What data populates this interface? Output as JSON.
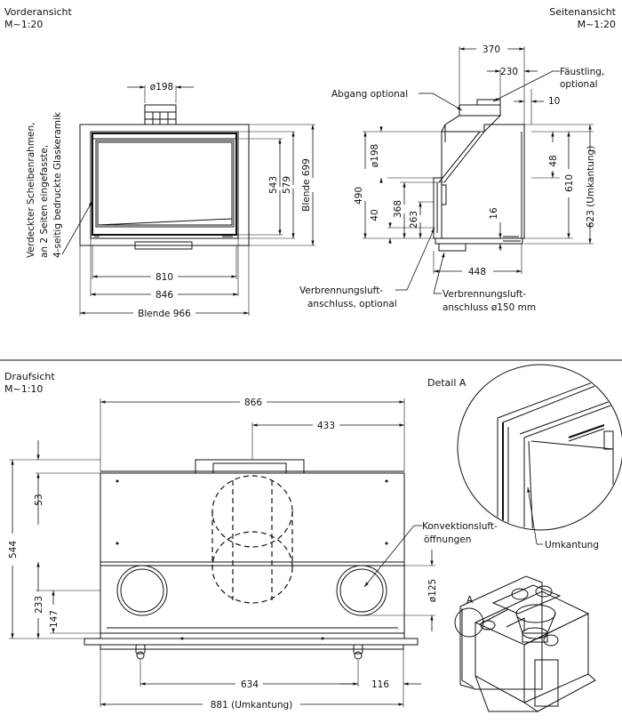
{
  "views": {
    "front": {
      "title": "Vorderansicht",
      "scale": "M~1:20"
    },
    "side": {
      "title": "Seitenansicht",
      "scale": "M~1:20"
    },
    "top": {
      "title": "Draufsicht",
      "scale": "M~1:10"
    },
    "detail": {
      "title": "Detail A"
    }
  },
  "front_dims": {
    "flue": "ø198",
    "h543": "543",
    "h579": "579",
    "h699": "Blende 699",
    "w810": "810",
    "w846": "846",
    "w966": "Blende 966"
  },
  "front_note": [
    "Verdeckter Scheibenrahmen,",
    "an 2 Seiten eingefasste,",
    "4-seitig bedruckte Glaskeramik"
  ],
  "side_dims": {
    "d370": "370",
    "d230": "230",
    "d10": "10",
    "d198": "ø198",
    "d490": "490",
    "d40": "40",
    "d368": "368",
    "d263": "263",
    "d16": "16",
    "d48": "48",
    "d610": "610",
    "d623": "623 (Umkantung)",
    "d448": "448"
  },
  "side_labels": {
    "abgang": "Abgang optional",
    "faeustling_1": "Fäustling,",
    "faeustling_2": "optional",
    "vbl_opt_1": "Verbrennungsluft-",
    "vbl_opt_2": "anschluss, optional",
    "vbl_1": "Verbrennungsluft-",
    "vbl_2": "anschluss ø150 mm"
  },
  "top_dims": {
    "w866": "866",
    "w433": "433",
    "h53": "53",
    "h544": "544",
    "h233": "233",
    "h147": "147",
    "d125": "ø125",
    "w634": "634",
    "w116": "116",
    "w881": "881 (Umkantung)"
  },
  "top_labels": {
    "konv_1": "Konvektionsluft-",
    "konv_2": "öffnungen"
  },
  "detail_labels": {
    "umkantung": "Umkantung",
    "marker": "A"
  }
}
